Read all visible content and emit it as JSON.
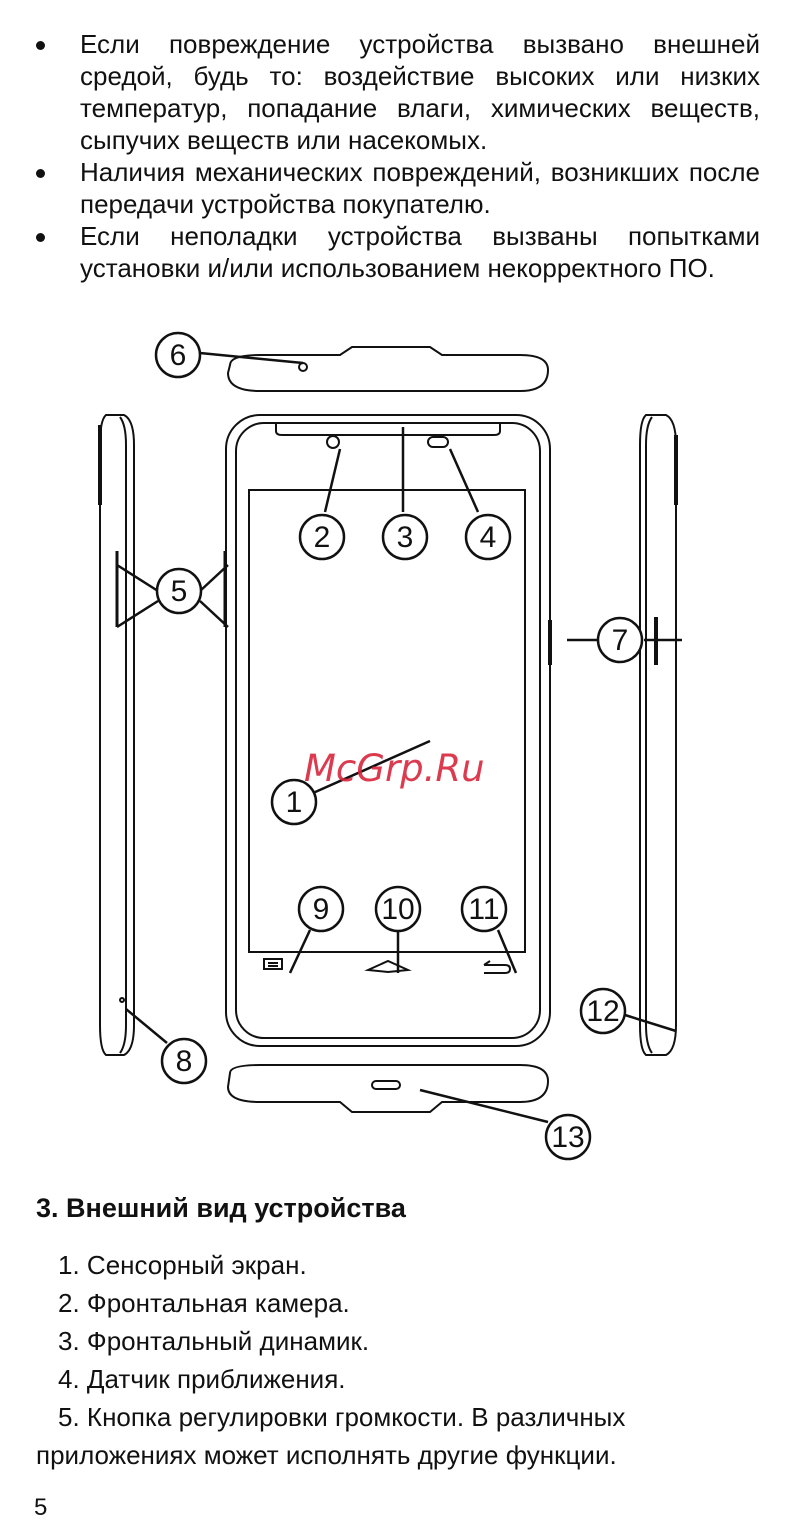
{
  "bullets": [
    "Если повреждение устройства вызвано внешней средой, будь то: воздействие высоких или низких температур, попадание влаги, химических веществ, сыпучих веществ или насекомых.",
    "Наличия механических повреждений, возникших после передачи устройства покупателю.",
    "Если неполадки устройства вызваны попытками установки и/или использованием некорректного ПО."
  ],
  "diagram": {
    "watermark": "McGrp.Ru",
    "callouts": [
      "1",
      "2",
      "3",
      "4",
      "5",
      "6",
      "7",
      "8",
      "9",
      "10",
      "11",
      "12",
      "13"
    ]
  },
  "section": {
    "title": "3. Внешний вид устройства",
    "items": [
      {
        "num": "1.",
        "text": "Сенсорный экран."
      },
      {
        "num": "2.",
        "text": "Фронтальная камера."
      },
      {
        "num": "3.",
        "text": "Фронтальный динамик."
      },
      {
        "num": "4.",
        "text": "Датчик приближения."
      },
      {
        "num": "5.",
        "text": "Кнопка регулировки громкости. В различных",
        "cont": "приложениях может исполнять другие функции."
      }
    ]
  },
  "page_number": "5"
}
